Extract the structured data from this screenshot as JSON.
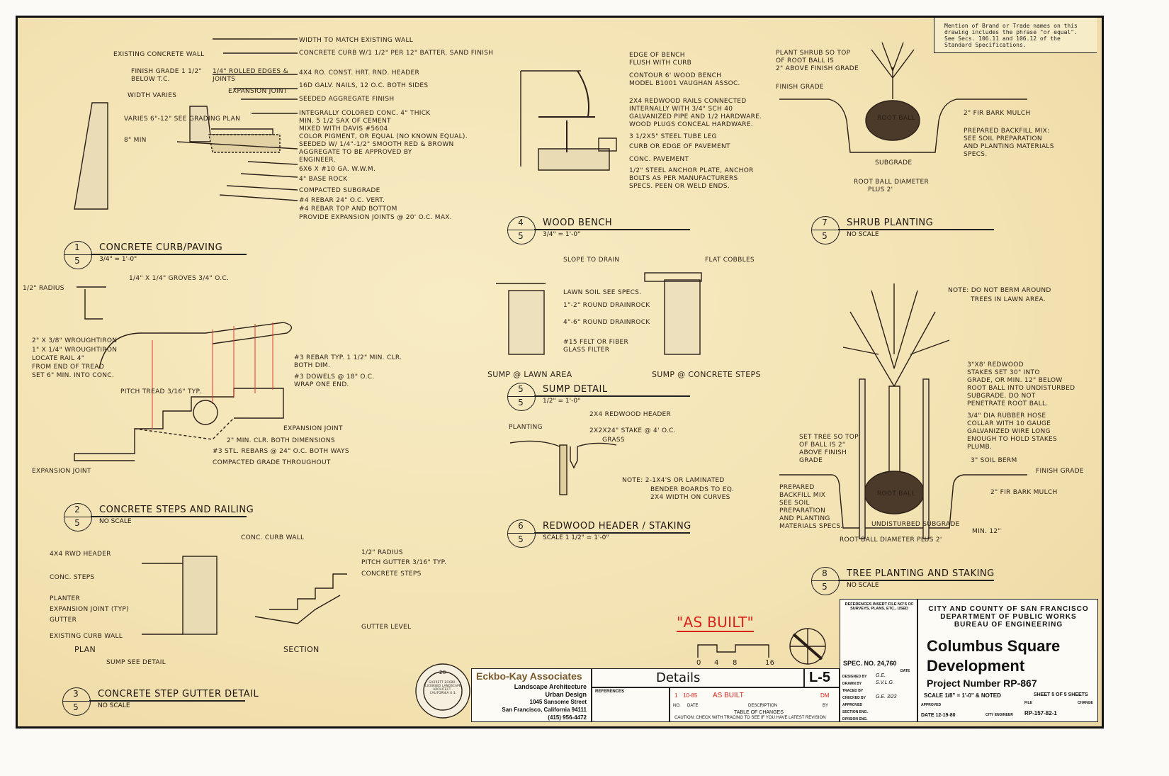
{
  "notice": "Mention of Brand or Trade names on this\ndrawing includes the phrase \"or equal\".\nSee Secs. 106.11 and 106.12 of the\nStandard Specifications.",
  "details": [
    {
      "num": "1",
      "sheet": "5",
      "title": "Concrete Curb/Paving",
      "scale": "3/4\" = 1'-0\""
    },
    {
      "num": "2",
      "sheet": "5",
      "title": "Concrete Steps and Railing",
      "scale": "No Scale"
    },
    {
      "num": "3",
      "sheet": "5",
      "title": "Concrete Step Gutter Detail",
      "scale": "No Scale"
    },
    {
      "num": "4",
      "sheet": "5",
      "title": "Wood Bench",
      "scale": "3/4\" = 1'-0\""
    },
    {
      "num": "5",
      "sheet": "5",
      "title": "Sump Detail",
      "scale": "1/2\" = 1'-0\""
    },
    {
      "num": "6",
      "sheet": "5",
      "title": "Redwood Header / Staking",
      "scale": "Scale 1 1/2\" = 1'-0\""
    },
    {
      "num": "7",
      "sheet": "5",
      "title": "Shrub Planting",
      "scale": "No Scale"
    },
    {
      "num": "8",
      "sheet": "5",
      "title": "Tree Planting and Staking",
      "scale": "No Scale"
    }
  ],
  "callouts": {
    "curb": [
      "Width to match existing wall",
      "Concrete curb w/1 1/2\" per 12\" batter. Sand finish",
      "4x4 Ro. const. hrt. rnd. header",
      "16d galv. nails, 12 O.C. both sides",
      "Seeded aggregate finish",
      "Integrally colored conc. 4\" thick",
      "min. 5 1/2 sax of cement",
      "mixed with Davis #5604",
      "color pigment, or equal (no known equal).",
      "Seeded w/ 1/4\"-1/2\" smooth red & brown",
      "aggregate to be approved by",
      "engineer.",
      "6x6 x #10 ga. W.W.M.",
      "4\" base rock",
      "Compacted subgrade",
      "#4 rebar 24\" O.C. vert.",
      "#4 rebar top and bottom",
      "Provide expansion joints @ 20' O.C. max.",
      "Existing concrete wall",
      "Finish grade 1 1/2\" below T.C.",
      "Width varies",
      "1/4\" rolled edges & joints",
      "Expansion joint",
      "Varies 6\"-12\" see grading plan",
      "8\" min"
    ],
    "steps": [
      "1/2\" radius",
      "1/4\" x 1/4\" groves 3/4\" O.C.",
      "2\" x 3/8\" wroughtiron",
      "1\" x 1/4\" wroughtiron",
      "locate rail 4\"",
      "from end of tread",
      "set 6\" min. into conc.",
      "Pitch tread 3/16\" typ.",
      "#3 rebar typ. 1 1/2\" min. clr.",
      "both dim.",
      "#3 dowels @ 18\" O.C.",
      "wrap one end.",
      "Expansion joint",
      "2\" min. clr. both dimensions",
      "#3 stl. rebars @ 24\" O.C. both ways",
      "Compacted grade throughout",
      "Expansion joint"
    ],
    "gutter": [
      "Conc. curb wall",
      "4x4 RWD header",
      "Conc. steps",
      "Planter",
      "Expansion joint (typ)",
      "Gutter",
      "Existing curb wall",
      "Plan",
      "Sump see detail",
      "1/2\" radius",
      "Pitch gutter 3/16\" typ.",
      "Concrete steps",
      "Gutter level",
      "Section"
    ],
    "bench": [
      "Edge of bench",
      "flush with curb",
      "Contour 6' wood bench",
      "model B1001 Vaughan Assoc.",
      "2x4 redwood rails connected",
      "internally with 3/4\" sch 40",
      "galvanized pipe and 1/2 hardware.",
      "Wood plugs conceal hardware.",
      "3 1/2x5\" steel tube leg",
      "Curb or edge of pavement",
      "Conc. pavement",
      "1/2\" steel anchor plate, anchor",
      "bolts as per manufacturers",
      "specs. Peen or weld ends."
    ],
    "sump": [
      "Slope to drain",
      "Flat cobbles",
      "Lawn soil see specs.",
      "1\"-2\" round drainrock",
      "4\"-6\" round drainrock",
      "#15 felt or fiber",
      "glass filter",
      "Sump @ lawn area",
      "Sump @ concrete steps"
    ],
    "header": [
      "2x4 redwood header",
      "2x2x24\" stake @ 4' O.C.",
      "Grass",
      "Planting",
      "Note: 2-1x4's or laminated",
      "bender boards to eq.",
      "2x4 width on curves"
    ],
    "shrub": [
      "Plant shrub so top",
      "of root ball is",
      "2\" above finish grade",
      "Finish grade",
      "Root ball",
      "2\" fir bark mulch",
      "Prepared backfill mix:",
      "see soil preparation",
      "and planting materials",
      "specs.",
      "Subgrade",
      "Root ball diameter",
      "plus 2'"
    ],
    "tree": [
      "Note: Do not berm around",
      "trees in lawn area.",
      "3\"x8' redwood",
      "stakes set 30\" into",
      "grade, or min. 12\" below",
      "root ball into undisturbed",
      "subgrade. Do not",
      "penetrate root ball.",
      "3/4\" dia rubber hose",
      "collar with 10 gauge",
      "galvanized wire long",
      "enough to hold stakes",
      "plumb.",
      "3\" soil berm",
      "Finish grade",
      "2\" fir bark mulch",
      "Set tree so top",
      "of ball is 2\"",
      "above finish",
      "grade",
      "Prepared",
      "backfill mix",
      "see soil",
      "preparation",
      "and planting",
      "materials specs.",
      "Root ball",
      "Undisturbed subgrade",
      "Root ball diameter plus 2'",
      "Min. 12\""
    ]
  },
  "stamp_as_built": "\"As Built\"",
  "scale_bar": {
    "ticks": [
      "0",
      "4",
      "8",
      "16"
    ]
  },
  "firm": {
    "name": "Eckbo-Kay Associates",
    "lines": [
      "Landscape Architecture",
      "Urban Design",
      "1045 Sansome Street",
      "San Francisco, California 94111",
      "(415) 956-4472"
    ]
  },
  "seal": {
    "text": "Garrett Eckbo · Licensed Landscape Architect · California U.S.",
    "number": "28"
  },
  "sheet_title": "Details",
  "sheet_id": "L-5",
  "references_label": "References",
  "changes": {
    "row": {
      "no": "1",
      "date": "10-85",
      "description": "As Built",
      "by": "DM"
    },
    "headers": [
      "No.",
      "Date",
      "Description",
      "By"
    ],
    "title": "Table of Changes",
    "caution": "Caution: Check with tracing to see if you have latest revision"
  },
  "title_block": {
    "refs": "References insert file no's of surveys, plans, etc., used",
    "spec": "Spec. No. 24,760",
    "date_label": "Date",
    "rows": [
      "Designed by",
      "Drawn by",
      "Traced by",
      "Checked by",
      "Approved",
      "Section Eng.",
      "Division Eng."
    ],
    "initials": [
      "G.E.",
      "S.V.L.G.",
      "",
      "G.E.   3/23",
      "",
      "",
      ""
    ],
    "agency": [
      "City and County of San Francisco",
      "Department of Public Works",
      "Bureau of Engineering"
    ],
    "project": "Columbus Square Development",
    "project_number": "Project Number RP-867",
    "scale": "Scale  1/8\" = 1'-0\" & Noted",
    "sheet": "Sheet 5 of 5 Sheets",
    "approved": "Approved",
    "city_engineer": "City Engineer",
    "date": "Date 12-19-80",
    "file_label": "File",
    "file": "RP-157-82-1",
    "change_label": "Change"
  },
  "colors": {
    "paper": "#f3e2b2",
    "ink": "#2a1f18",
    "red": "#d6231c"
  }
}
